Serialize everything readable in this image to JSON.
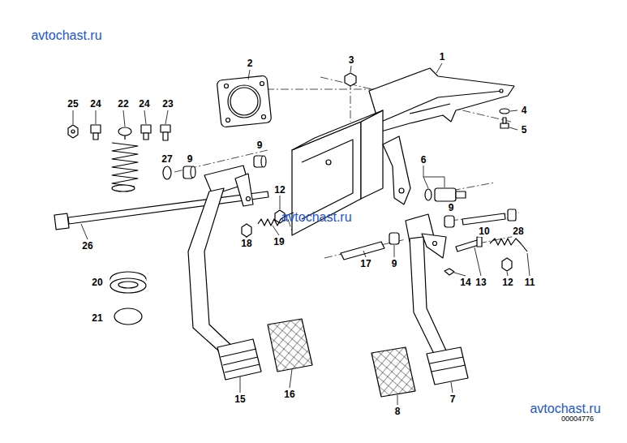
{
  "diagram": {
    "labels": [
      "avtochast.ru",
      "2",
      "3",
      "1",
      "25",
      "24",
      "22",
      "24",
      "23",
      "4",
      "5",
      "27",
      "9",
      "9",
      "6",
      "12",
      "avtochast.ru",
      "18",
      "19",
      "9",
      "10",
      "28",
      "26",
      "17",
      "9",
      "14",
      "13",
      "12",
      "11",
      "20",
      "21",
      "15",
      "16",
      "8",
      "7",
      "avtochast.ru",
      "00004776"
    ]
  }
}
